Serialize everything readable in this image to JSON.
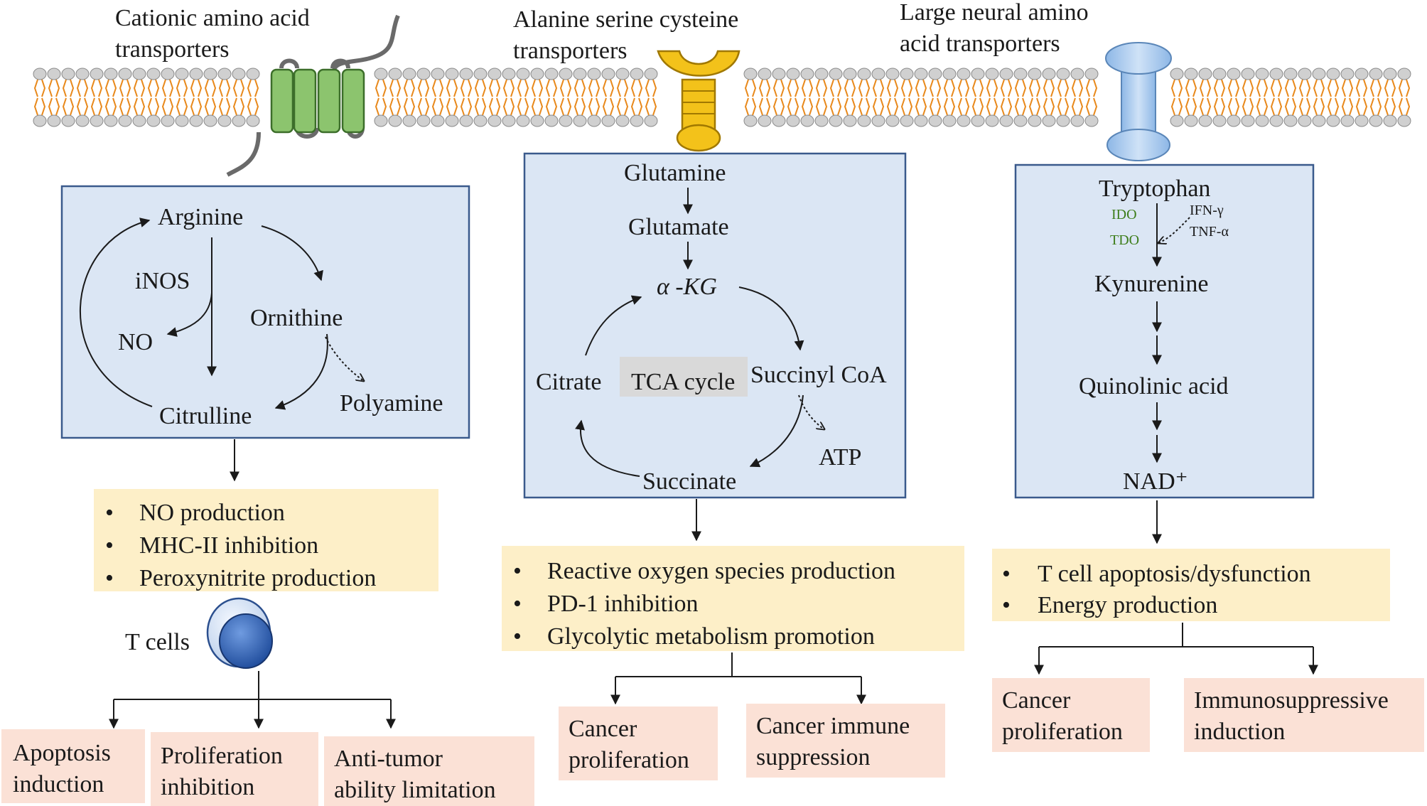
{
  "colors": {
    "pathway_box_fill": "#dbe6f4",
    "pathway_box_stroke": "#3a5a8c",
    "effect_box_fill": "#fdefc8",
    "outcome_box_fill": "#fbe1d6",
    "lipid_tail": "#e8891c",
    "lipid_head": "#d0d0d0",
    "cat_transporter": "#8cc46e",
    "asc_transporter": "#f3c21a",
    "lat_transporter": "#a9cbee",
    "enzyme_green": "#3d7d1a",
    "tca_label_bg": "#d9d9d9",
    "tcell_fill": "#2f62b8"
  },
  "transporters": {
    "cat": "Cationic amino acid\ntransporters",
    "asc": "Alanine serine cysteine\ntransporters",
    "lat": "Large neural amino\nacid transporters"
  },
  "arginine": {
    "arginine": "Arginine",
    "inos": "iNOS",
    "no": "NO",
    "ornithine": "Ornithine",
    "citrulline": "Citrulline",
    "polyamine": "Polyamine",
    "effects": [
      "NO production",
      "MHC-II inhibition",
      "Peroxynitrite production"
    ],
    "tcells": "T cells",
    "outcomes": [
      "Apoptosis\ninduction",
      "Proliferation\ninhibition",
      "Anti-tumor\nability limitation"
    ]
  },
  "glutamine": {
    "glutamine": "Glutamine",
    "glutamate": "Glutamate",
    "akg": "α -KG",
    "citrate": "Citrate",
    "tca": "TCA cycle",
    "succinyl": "Succinyl CoA",
    "atp": "ATP",
    "succinate": "Succinate",
    "effects": [
      "Reactive oxygen species  production",
      "PD-1 inhibition",
      "Glycolytic metabolism promotion"
    ],
    "outcomes": [
      "Cancer\nproliferation",
      "Cancer immune\nsuppression"
    ]
  },
  "tryptophan": {
    "tryptophan": "Tryptophan",
    "ido": "IDO",
    "tdo": "TDO",
    "ifn": "IFN-γ",
    "tnf": "TNF-α",
    "kynurenine": "Kynurenine",
    "quinolinic": "Quinolinic acid",
    "nad": "NAD⁺",
    "effects": [
      "T cell apoptosis/dysfunction",
      "Energy production"
    ],
    "outcomes": [
      "Cancer\nproliferation",
      "Immunosuppressive\ninduction"
    ]
  }
}
